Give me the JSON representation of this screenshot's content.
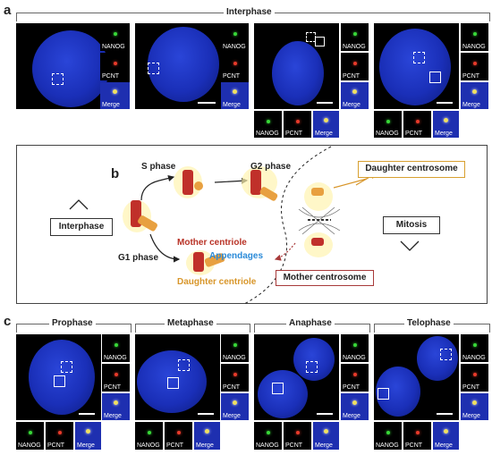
{
  "panels": {
    "a": {
      "letter": "a",
      "header": "Interphase"
    },
    "b": {
      "letter": "b"
    },
    "c": {
      "letter": "c",
      "headers": [
        "Prophase",
        "Metaphase",
        "Anaphase",
        "Telophase"
      ]
    }
  },
  "channel_labels": {
    "nanog": "NANOG",
    "pcnt": "PCNT",
    "merge": "Merge"
  },
  "diagram": {
    "s_phase": "S phase",
    "g2_phase": "G2 phase",
    "g1_phase": "G1 phase",
    "interphase": "Interphase",
    "mitosis": "Mitosis",
    "daughter_centrosome": "Daughter centrosome",
    "mother_centrosome": "Mother centrosome",
    "mother_centriole": "Mother centriole",
    "appendages": "Appendages",
    "daughter_centriole": "Daughter centriole"
  },
  "colors": {
    "nucleus_blue": "#1a2fb8",
    "nanog_green": "#38d838",
    "pcnt_red": "#e83a2a",
    "mother_centriole_text": "#b83226",
    "appendages_text": "#2a8ad8",
    "daughter_centriole_text": "#d8962a",
    "daughter_box_border": "#d8a030",
    "mother_box_border": "#a83a3a"
  }
}
